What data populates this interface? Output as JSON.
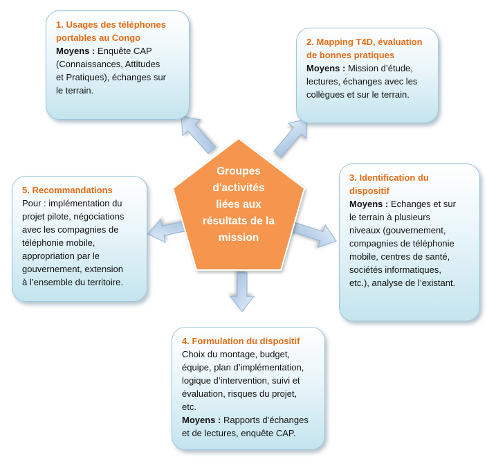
{
  "center": {
    "lines": [
      "Groupes",
      "d'activités",
      "liées aux",
      "résultats de la",
      "mission"
    ],
    "color": "#f6954d"
  },
  "boxes": {
    "usages": {
      "title_lines": [
        "1. Usages des téléphones",
        "portables au Congo"
      ],
      "moyens_label": "Moyens :",
      "moyens_first": " Enquête CAP",
      "moyens_rest": [
        "(Connaissances, Attitudes",
        "et Pratiques), échanges sur",
        "le terrain."
      ]
    },
    "mapping": {
      "title_lines": [
        "2. Mapping T4D, évaluation",
        "de bonnes pratiques"
      ],
      "moyens_label": "Moyens :",
      "moyens_first": " Mission d’étude,",
      "moyens_rest": [
        "lectures, échanges avec les",
        "collègues et sur le terrain."
      ]
    },
    "identification": {
      "title_lines": [
        "3. Identification du",
        "dispositif"
      ],
      "moyens_label": "Moyens :",
      "moyens_first": " Echanges et sur",
      "moyens_rest": [
        "le terrain à plusieurs",
        "niveaux (gouvernement,",
        "compagnies de téléphonie",
        "mobile,  centres de santé,",
        "sociétés informatiques,",
        "etc.), analyse de l’existant."
      ]
    },
    "formulation": {
      "title_lines": [
        "4. Formulation du dispositif"
      ],
      "body_lines": [
        "Choix du montage, budget,",
        "équipe, plan d’implémentation,",
        "logique d’intervention, suivi et",
        "évaluation, risques du projet,",
        "etc."
      ],
      "moyens_label": "Moyens :",
      "moyens_first": " Rapports d’échanges",
      "moyens_rest": [
        "et de lectures, enquête CAP."
      ]
    },
    "recommandations": {
      "title_lines": [
        "5. Recommandations"
      ],
      "body_lines": [
        "Pour : implémentation du",
        "projet pilote, négociations",
        "avec les compagnies de",
        "téléphonie mobile,",
        "appropriation par le",
        "gouvernement, extension",
        "à l’ensemble du territoire."
      ]
    }
  },
  "colors": {
    "title_orange": "#e46c17",
    "arrow_fill": "#b8cfe6",
    "arrow_stroke": "#8fb0d2",
    "pentagon_fill": "#f6954d"
  }
}
